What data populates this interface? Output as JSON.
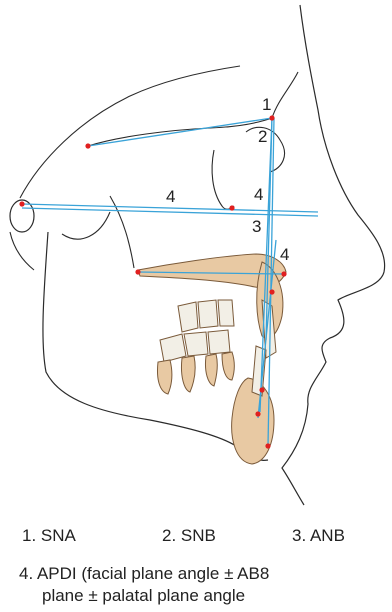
{
  "figure": {
    "labels": {
      "l1": "1",
      "l2": "2",
      "l4a": "4",
      "l4b": "4",
      "l3": "3",
      "l4c": "4"
    },
    "colors": {
      "outline": "#2b2b2b",
      "plane_lines": "#3aa3d8",
      "landmarks": "#e02020",
      "bone": "#e8c9a3",
      "bone_stroke": "#7a5a3a",
      "teeth": "#f2efe6"
    }
  },
  "caption": {
    "item1": "1. SNA",
    "item2": "2. SNB",
    "item3": "3. ANB",
    "item4_line1": "4. APDI (facial plane angle ± AB8",
    "item4_line2": "plane ± palatal plane angle"
  }
}
